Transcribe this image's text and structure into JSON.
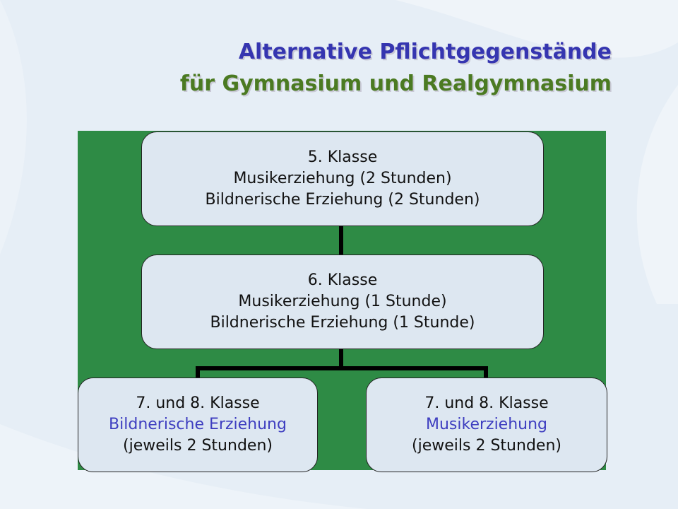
{
  "title": {
    "line1": "Alternative Pflichtgegenstände",
    "line2": "für Gymnasium und Realgymnasium"
  },
  "colors": {
    "background": "#e6eef6",
    "panel": "#2e8b45",
    "node_fill": "#dde7f1",
    "title_blue": "#3535b0",
    "title_green": "#4b7a22",
    "accent_text": "#3e3ec0"
  },
  "nodes": {
    "grade5": {
      "heading": "5. Klasse",
      "line1": "Musikerziehung (2 Stunden)",
      "line2": "Bildnerische Erziehung (2 Stunden)"
    },
    "grade6": {
      "heading": "6. Klasse",
      "line1": "Musikerziehung (1 Stunde)",
      "line2": "Bildnerische Erziehung (1 Stunde)"
    },
    "grade78_art": {
      "heading": "7. und 8. Klasse",
      "subject": "Bildnerische Erziehung",
      "note": "(jeweils 2 Stunden)"
    },
    "grade78_music": {
      "heading": "7. und 8. Klasse",
      "subject": "Musikerziehung",
      "note": "(jeweils 2 Stunden)"
    }
  }
}
